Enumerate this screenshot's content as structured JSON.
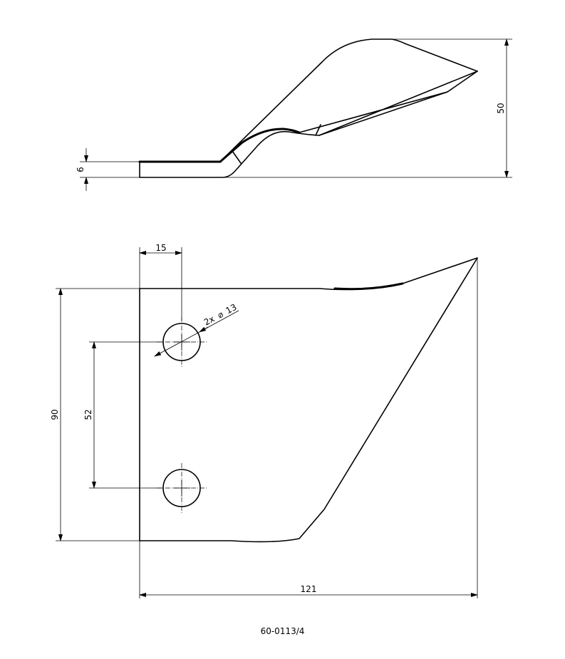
{
  "dimensions": {
    "thickness": "6",
    "height": "50",
    "hole_offset": "15",
    "hole_callout_count": "2x",
    "hole_callout_symbol": "⌀",
    "hole_callout_size": "13",
    "overall_width": "90",
    "hole_spacing": "52",
    "overall_length": "121"
  },
  "part_number": "60-0113/4"
}
